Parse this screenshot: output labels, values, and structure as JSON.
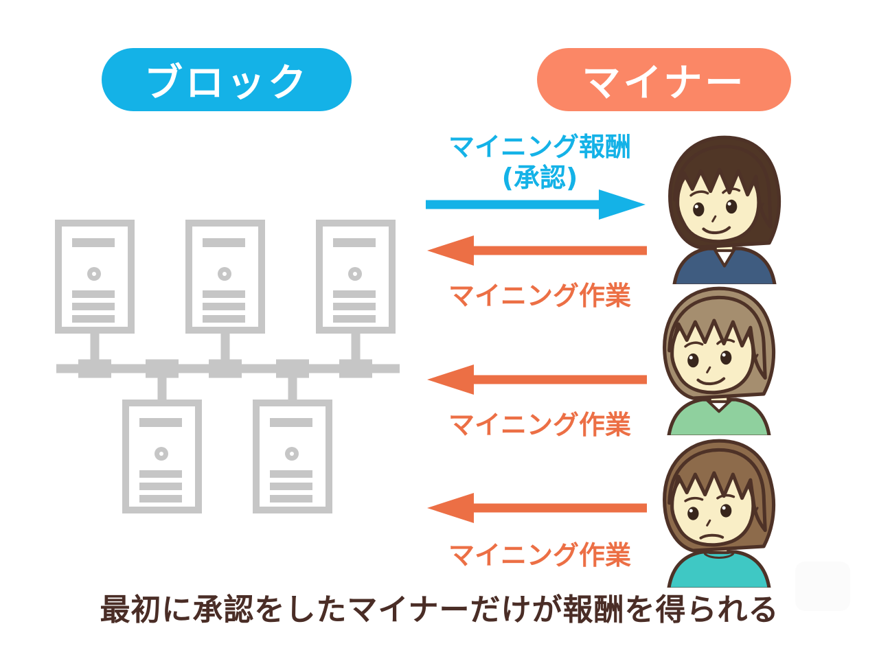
{
  "header": {
    "block_label": "ブロック",
    "miner_label": "マイナー"
  },
  "flows": {
    "reward_label_line1": "マイニング報酬",
    "reward_label_line2": "(承認)",
    "work_label": "マイニング作業"
  },
  "caption": "最初に承認をしたマイナーだけが報酬を得られる",
  "colors": {
    "blue": "#14b2e7",
    "orange_pill": "#fb8766",
    "orange_arrow": "#ec6f45",
    "network_gray": "#c6c6c6",
    "caption_brown": "#4a2d26",
    "skin": "#f9eec6",
    "outline": "#4e3227"
  },
  "network": {
    "top_servers": 3,
    "bottom_servers": 2
  },
  "miners": [
    {
      "name": "miner-1",
      "hair_color": "#503626",
      "shirt_color": "#3f5c80",
      "expression": "smiling"
    },
    {
      "name": "miner-2",
      "hair_color": "#a58e6f",
      "shirt_color": "#8fd09e",
      "expression": "smiling"
    },
    {
      "name": "miner-3",
      "hair_color": "#8d6b4b",
      "shirt_color": "#3fc8c4",
      "expression": "worried"
    }
  ]
}
